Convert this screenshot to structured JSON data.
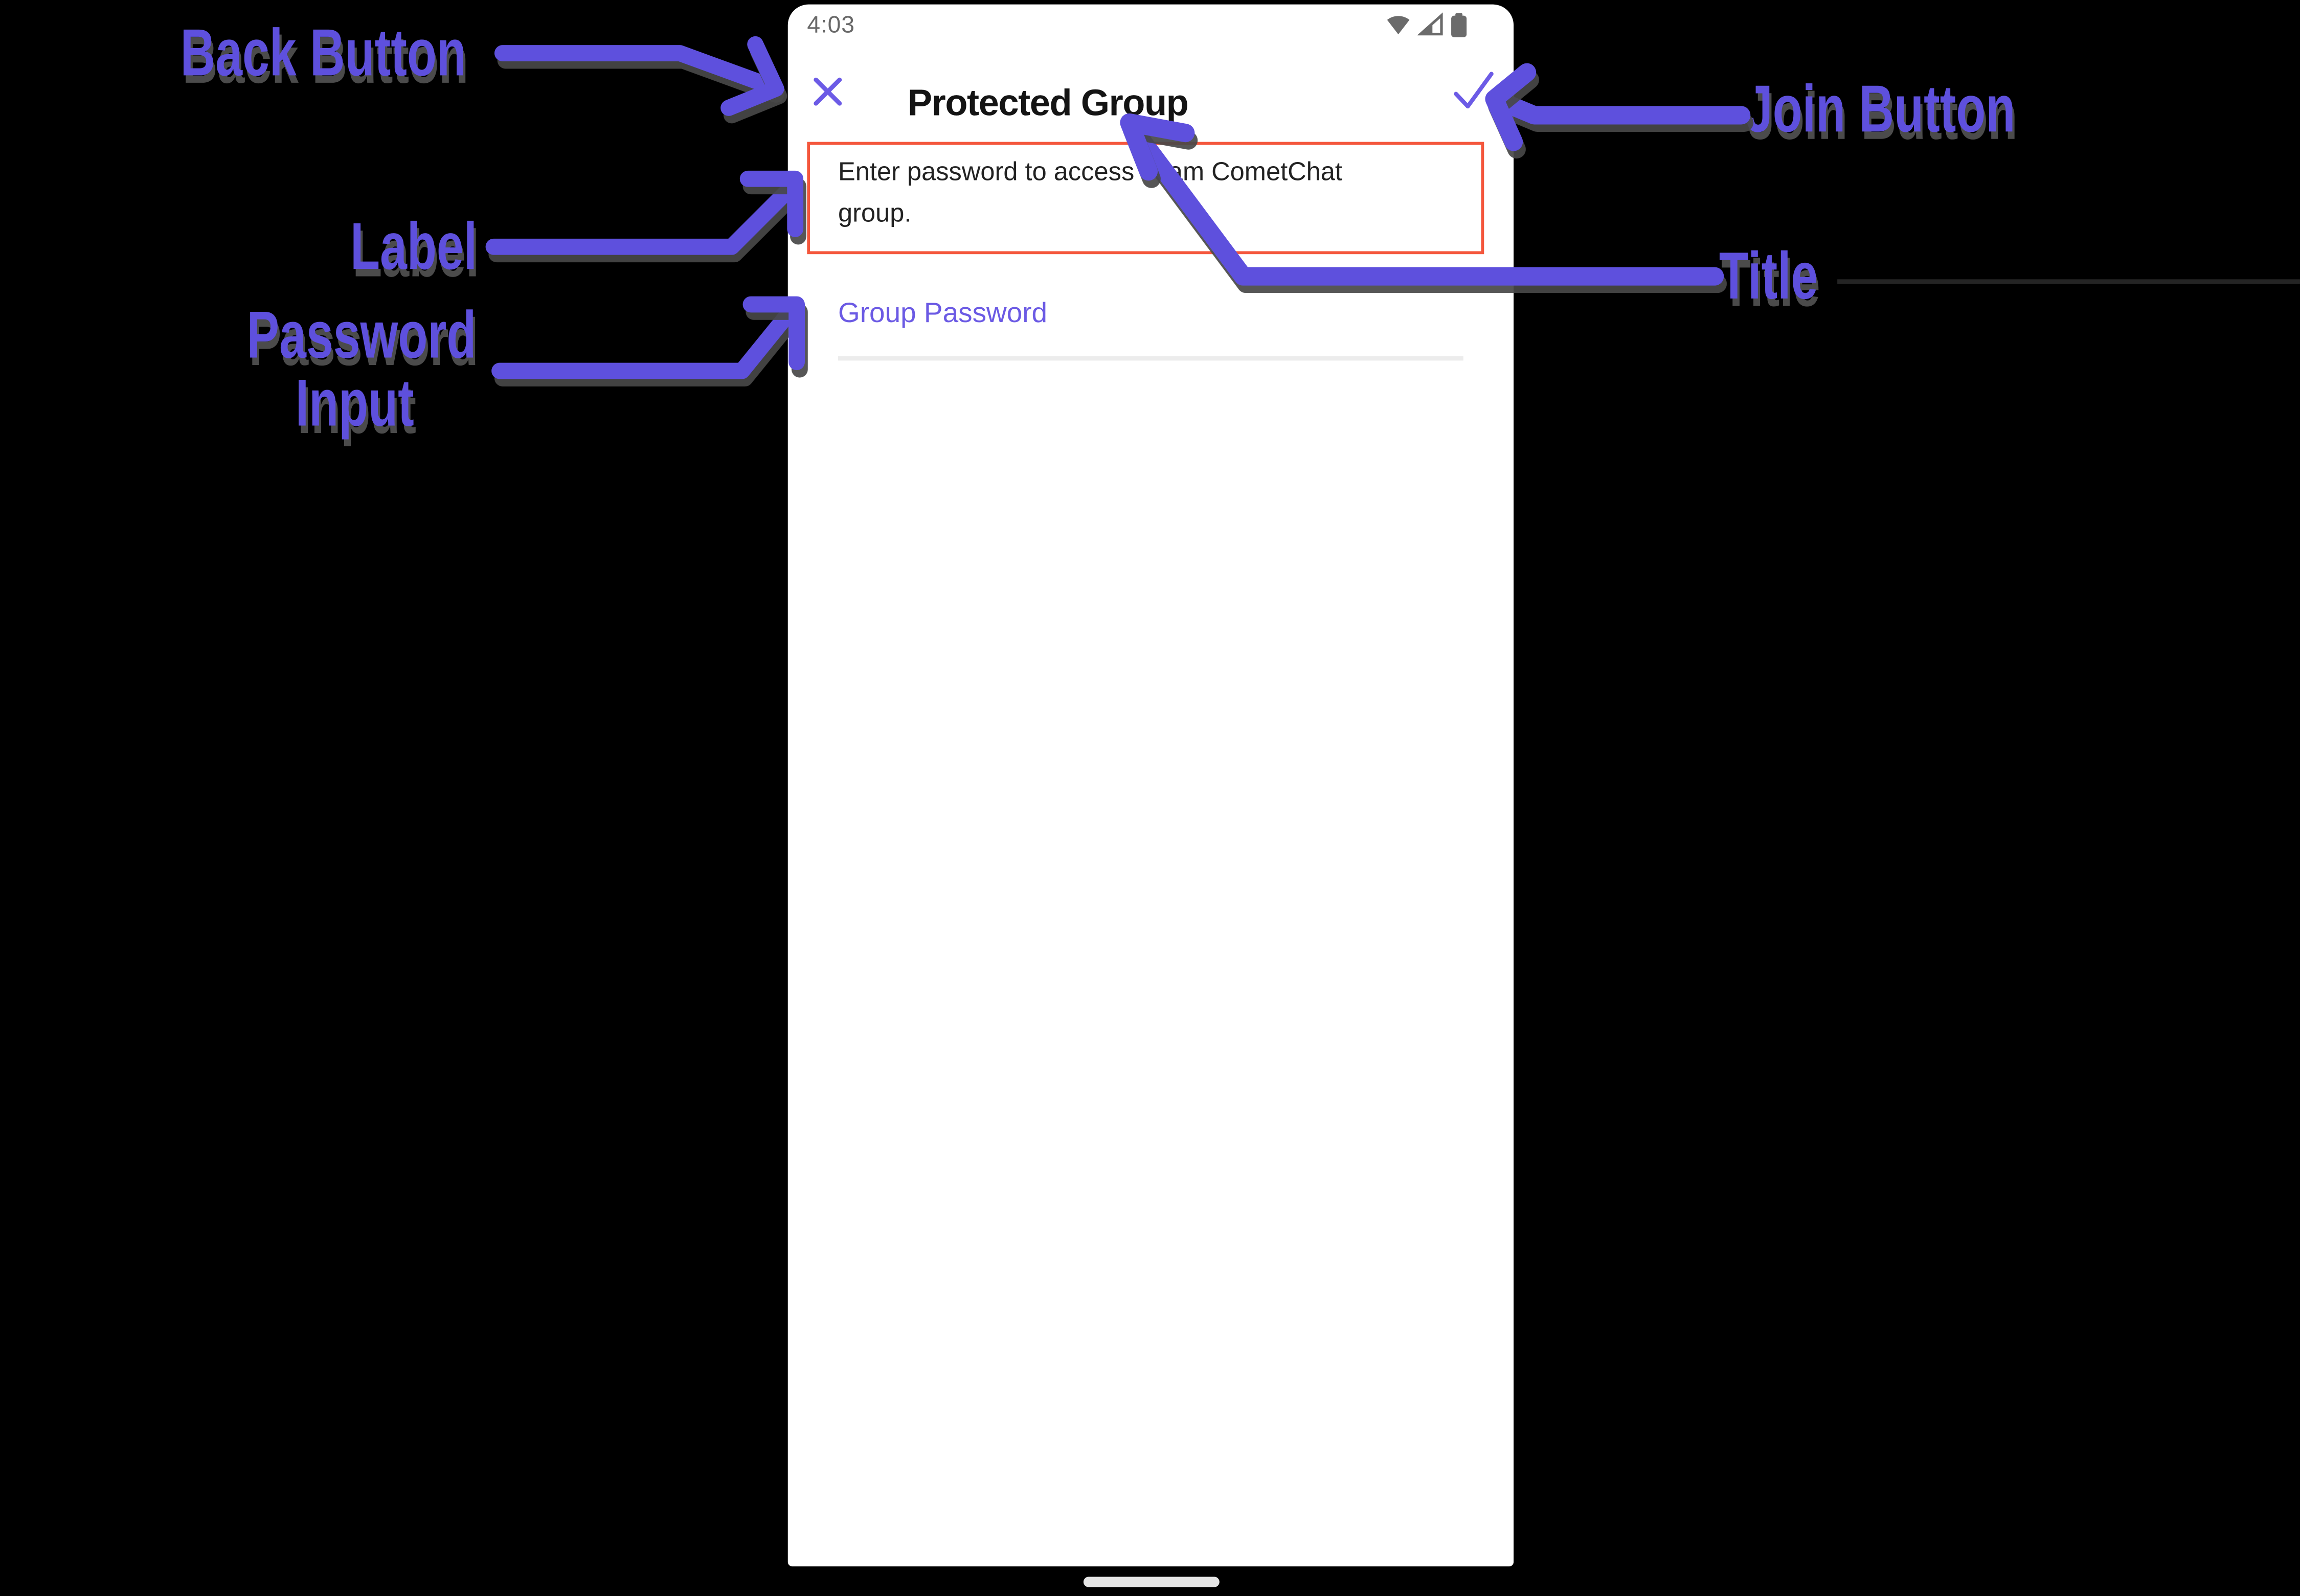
{
  "canvas": {
    "background": "#000000"
  },
  "colors": {
    "annotation_purple": "#5e50dd",
    "app_purple": "#6c5be6",
    "alert_border_red": "#f4573d",
    "shadow_gray": "#4b4b4b",
    "status_icon_gray": "#6b6b6b"
  },
  "annotations": {
    "back_button": "Back Button",
    "label": "Label",
    "password_input_line1": "Password",
    "password_input_line2": "Input",
    "join_button": "Join Button",
    "title": "Title"
  },
  "phone": {
    "status_bar": {
      "time": "4:03",
      "icons": [
        "wifi-icon",
        "signal-icon",
        "battery-icon"
      ]
    },
    "header": {
      "title": "Protected Group",
      "close_icon": "close-icon",
      "confirm_icon": "check-icon"
    },
    "description_label": "Enter password to access Team CometChat group.",
    "password_field": {
      "label": "Group Password",
      "value": "",
      "placeholder": ""
    },
    "home_indicator": "home-indicator"
  }
}
